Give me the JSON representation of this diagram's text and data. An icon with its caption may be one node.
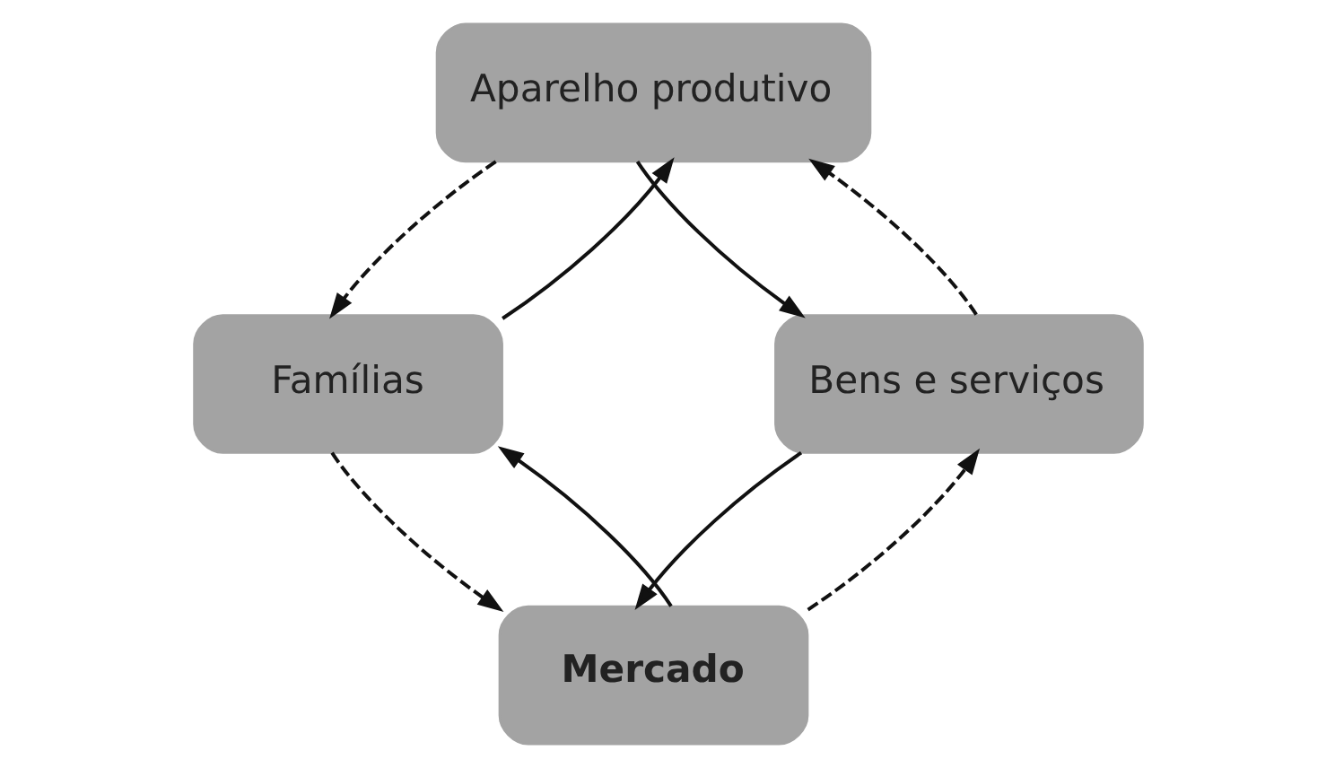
{
  "diagram": {
    "nodes": [
      {
        "text": [
          "Aparelho produtivo"
        ]
      },
      {
        "text": [
          "Famílias"
        ]
      },
      {
        "text": [
          "Bens e serviços"
        ]
      },
      {
        "text": [
          "Mercado"
        ]
      }
    ],
    "edges": [
      {
        "from": 1,
        "to": 0,
        "arrow": "to"
      },
      {
        "from": 0,
        "to": 2,
        "arrow": "to"
      },
      {
        "from": 2,
        "to": 3,
        "arrow": "to"
      },
      {
        "from": 3,
        "to": 1,
        "arrow": "to"
      },
      {
        "from": 0,
        "to": 1,
        "arrow": "to",
        "style": "dashed"
      },
      {
        "from": 1,
        "to": 3,
        "arrow": "to",
        "style": "dashed"
      },
      {
        "from": 3,
        "to": 2,
        "arrow": "to",
        "style": "dashed"
      },
      {
        "from": 2,
        "to": 0,
        "arrow": "to",
        "style": "dashed"
      }
    ]
  }
}
